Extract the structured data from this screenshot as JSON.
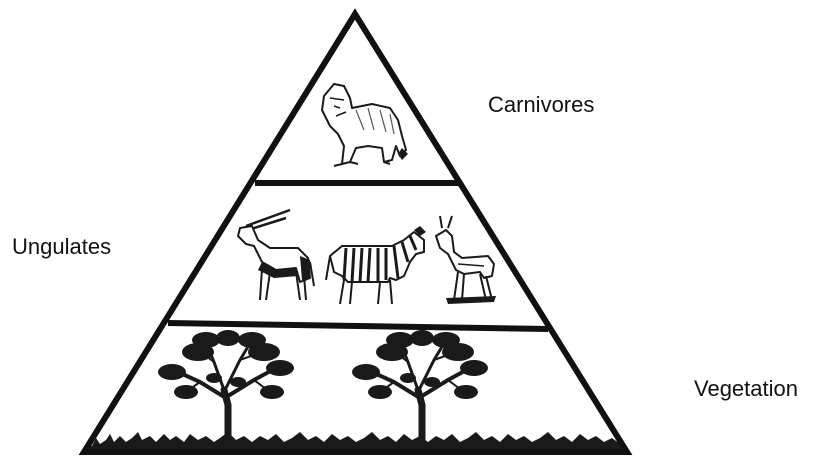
{
  "pyramid": {
    "tiers": [
      {
        "label": "Carnivores",
        "icons": [
          "lion-icon"
        ]
      },
      {
        "label": "Ungulates",
        "icons": [
          "oryx-icon",
          "zebra-icon",
          "gazelle-icon"
        ]
      },
      {
        "label": "Vegetation",
        "icons": [
          "acacia-tree-icon",
          "acacia-tree-icon",
          "grass-ground-icon"
        ]
      }
    ]
  },
  "colors": {
    "outline": "#111111",
    "fill": "#ffffff",
    "silhouette": "#1a1a1a"
  }
}
